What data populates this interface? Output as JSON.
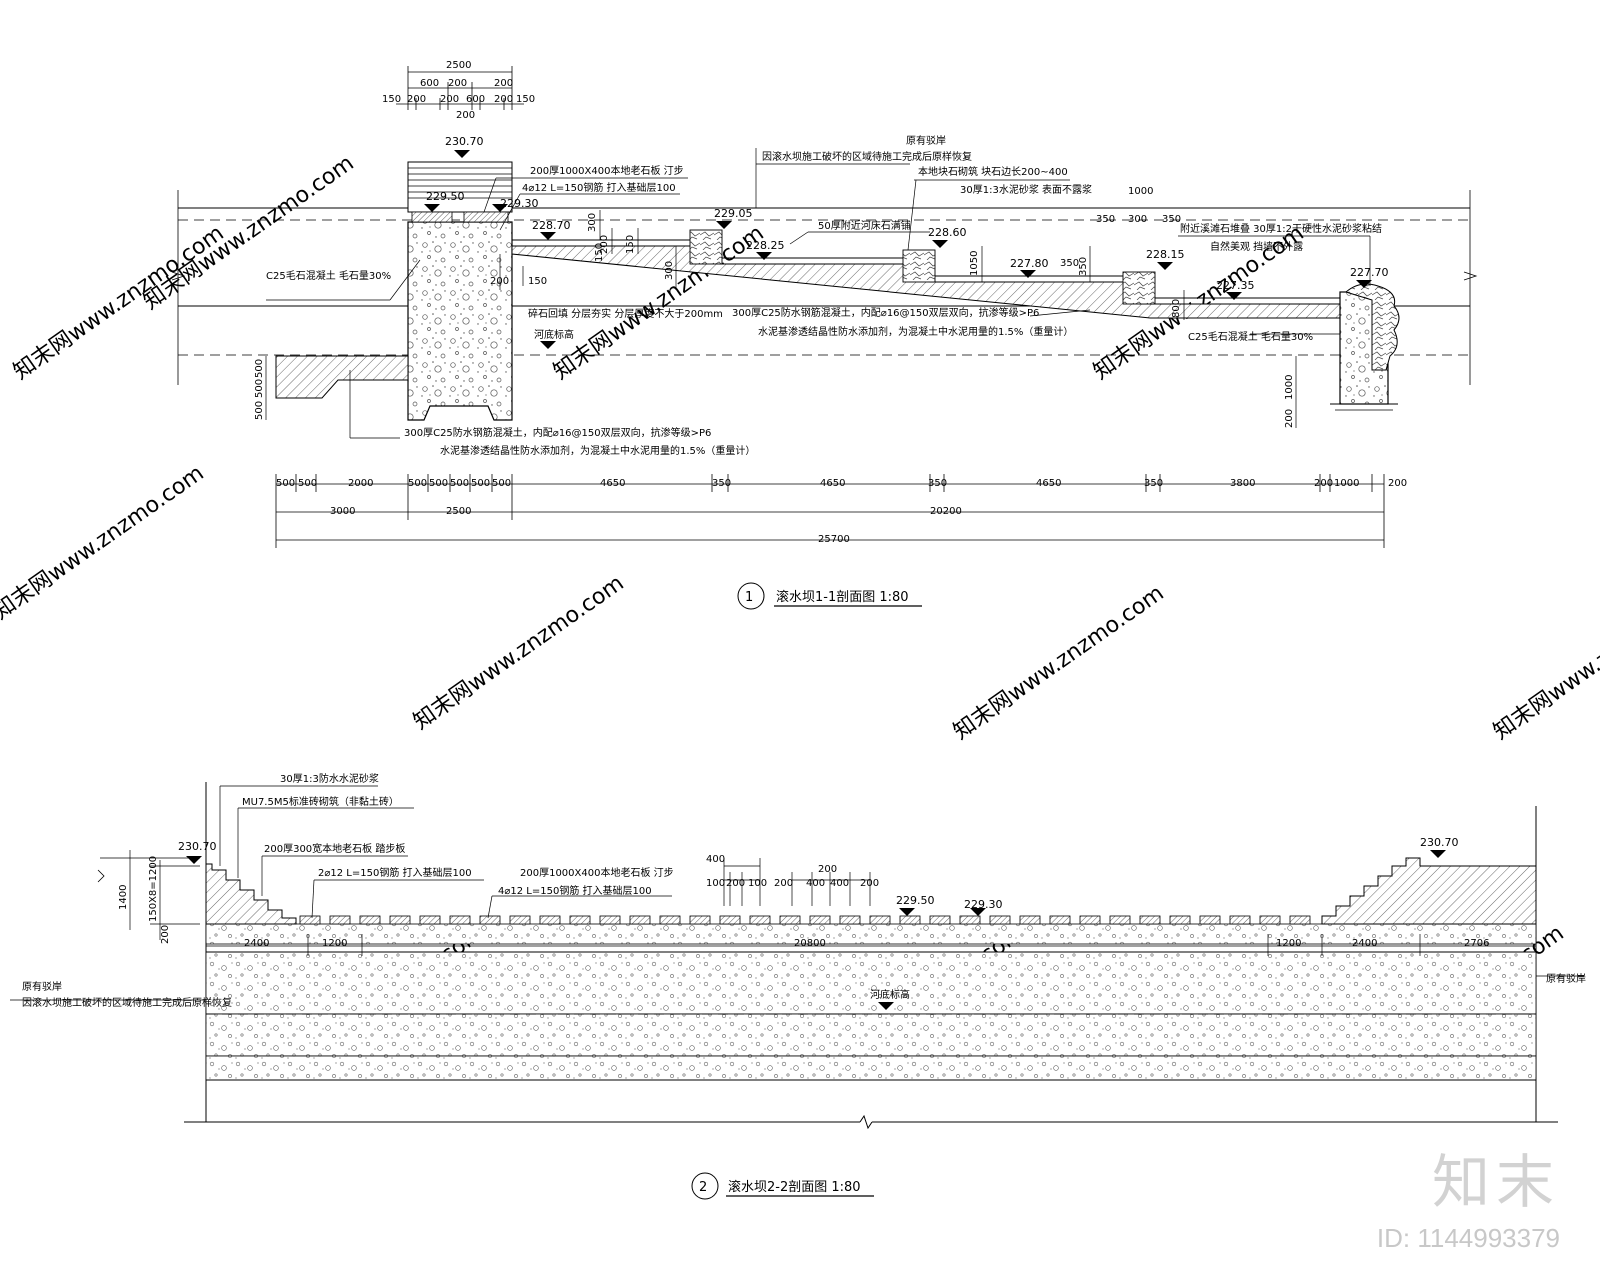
{
  "watermark": "知末网www.znzmo.com",
  "brand": {
    "logo": "知末",
    "id": "ID: 1144993379"
  },
  "section1": {
    "title": "滚水坝1-1剖面图 1:80",
    "number": "1",
    "top_dims": {
      "overall": "2500",
      "row2": [
        "600",
        "200",
        "200"
      ],
      "row3": [
        "150",
        "200",
        "200",
        "600",
        "200",
        "150"
      ],
      "row4": "200"
    },
    "elevations": [
      "230.70",
      "229.50",
      "229.30",
      "228.70",
      "229.05",
      "228.25",
      "228.60",
      "227.80",
      "228.15",
      "227.35",
      "227.70"
    ],
    "notes": {
      "stone_slab": "200厚1000X400本地老石板 汀步",
      "rebar": "4⌀12 L=150钢筋 打入基础层100",
      "c25_left": "C25毛石混凝土 毛石量30%",
      "backfill": "碎石回填 分层夯实 分层厚度不大于200mm",
      "riverbed": "河底标高",
      "bank": "原有驳岸",
      "restore": "因滚水坝施工破坏的区域待施工完成后原样恢复",
      "local_stone": "本地块石砌筑 块石边长200~400",
      "mortar": "30厚1:3水泥砂浆 表面不露浆",
      "pebble_top": "50厚附近河床石满铺",
      "near_stone": "附近溪滩石堆叠 30厚1:2干硬性水泥砂浆粘结",
      "natural": "自然美观 挡墙不外露",
      "concrete_slope": "300厚C25防水钢筋混凝土，内配⌀16@150双层双向，抗渗等级>P6",
      "additive_slope": "水泥基渗透结晶性防水添加剂，为混凝土中水泥用量的1.5%（重量计）",
      "c25_right": "C25毛石混凝土 毛石量30%",
      "concrete_bottom": "300厚C25防水钢筋混凝土，内配⌀16@150双层双向，抗渗等级>P6",
      "additive_bottom": "水泥基渗透结晶性防水添加剂，为混凝土中水泥用量的1.5%（重量计）"
    },
    "small_dims": [
      "300",
      "200",
      "150",
      "150",
      "300",
      "500",
      "1050",
      "350",
      "800",
      "500",
      "500",
      "500",
      "1000",
      "200",
      "1000",
      "350",
      "300",
      "350",
      "200"
    ],
    "bottom_dims_row1": [
      "500",
      "500",
      "2000",
      "500",
      "500",
      "500",
      "500",
      "500",
      "4650",
      "350",
      "4650",
      "350",
      "4650",
      "350",
      "3800",
      "200",
      "1000",
      "200"
    ],
    "bottom_dims_row2": [
      "3000",
      "2500",
      "20200"
    ],
    "bottom_dims_total": "25700"
  },
  "section2": {
    "title": "滚水坝2-2剖面图 1:80",
    "number": "2",
    "notes": {
      "mortar": "30厚1:3防水水泥砂浆",
      "brick": "MU7.5M5标准砖砌筑（非黏土砖）",
      "step": "200厚300宽本地老石板 踏步板",
      "rebar2": "2⌀12 L=150钢筋 打入基础层100",
      "slab": "200厚1000X400本地老石板 汀步",
      "rebar4": "4⌀12 L=150钢筋 打入基础层100",
      "bank_left": "原有驳岸",
      "restore": "因滚水坝施工破坏的区域待施工完成后原样恢复",
      "riverbed": "河底标高",
      "bank_right": "原有驳岸"
    },
    "elevations": [
      "230.70",
      "229.50",
      "229.30",
      "230.70"
    ],
    "dims_top": [
      "400",
      "100",
      "200",
      "100",
      "200",
      "200",
      "400",
      "400",
      "200",
      "200",
      "200"
    ],
    "dims_left": [
      "1400",
      "150X8=1200",
      "200"
    ],
    "dims_row": [
      "2400",
      "1200",
      "20800",
      "1200",
      "2400",
      "2706"
    ]
  }
}
